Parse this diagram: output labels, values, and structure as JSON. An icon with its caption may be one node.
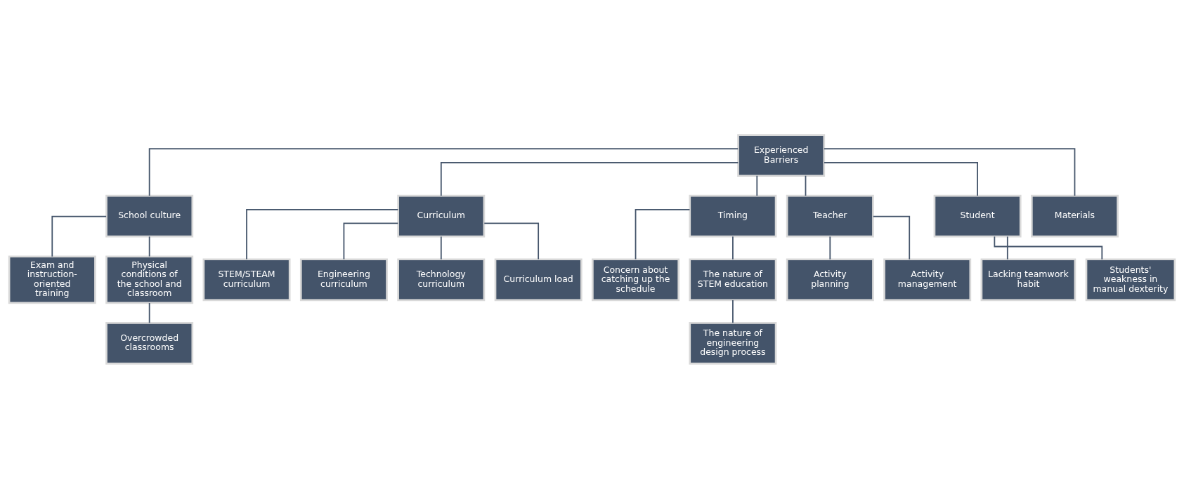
{
  "diagram": {
    "nodes": [
      {
        "text": [
          "Experienced Barriers"
        ]
      },
      {
        "text": [
          "School culture"
        ]
      },
      {
        "text": [
          "Curriculum"
        ]
      },
      {
        "text": [
          "Timing"
        ]
      },
      {
        "text": [
          "Teacher"
        ]
      },
      {
        "text": [
          "Student"
        ]
      },
      {
        "text": [
          "Materials"
        ]
      },
      {
        "text": [
          "Exam and instruction-oriented training"
        ]
      },
      {
        "text": [
          "Physical conditions of the school and classroom"
        ]
      },
      {
        "text": [
          "Overcrowded classrooms"
        ]
      },
      {
        "text": [
          "STEM/STEAM curriculum"
        ]
      },
      {
        "text": [
          "Engineering curriculum"
        ]
      },
      {
        "text": [
          "Technology curriculum"
        ]
      },
      {
        "text": [
          "Curriculum load"
        ]
      },
      {
        "text": [
          "Concern about catching up the schedule"
        ]
      },
      {
        "text": [
          "The nature of STEM education"
        ]
      },
      {
        "text": [
          "The nature of engineering design process"
        ]
      },
      {
        "text": [
          "Activity planning"
        ]
      },
      {
        "text": [
          "Activity management"
        ]
      },
      {
        "text": [
          "Lacking teamwork habit"
        ]
      },
      {
        "text": [
          "Students' weakness in manual dexterity"
        ]
      }
    ],
    "edges": [
      {
        "from": 0,
        "to": 1,
        "arrow": "none"
      },
      {
        "from": 0,
        "to": 2,
        "arrow": "none"
      },
      {
        "from": 0,
        "to": 3,
        "arrow": "none"
      },
      {
        "from": 0,
        "to": 4,
        "arrow": "none"
      },
      {
        "from": 0,
        "to": 5,
        "arrow": "none"
      },
      {
        "from": 0,
        "to": 6,
        "arrow": "none"
      },
      {
        "from": 1,
        "to": 7,
        "arrow": "none"
      },
      {
        "from": 1,
        "to": 8,
        "arrow": "none"
      },
      {
        "from": 8,
        "to": 9,
        "arrow": "none"
      },
      {
        "from": 2,
        "to": 10,
        "arrow": "none"
      },
      {
        "from": 2,
        "to": 11,
        "arrow": "none"
      },
      {
        "from": 2,
        "to": 12,
        "arrow": "none"
      },
      {
        "from": 2,
        "to": 13,
        "arrow": "none"
      },
      {
        "from": 3,
        "to": 14,
        "arrow": "none"
      },
      {
        "from": 3,
        "to": 15,
        "arrow": "none"
      },
      {
        "from": 15,
        "to": 16,
        "arrow": "none"
      },
      {
        "from": 4,
        "to": 17,
        "arrow": "none"
      },
      {
        "from": 4,
        "to": 18,
        "arrow": "none"
      },
      {
        "from": 5,
        "to": 19,
        "arrow": "none"
      },
      {
        "from": 5,
        "to": 20,
        "arrow": "none"
      }
    ]
  }
}
